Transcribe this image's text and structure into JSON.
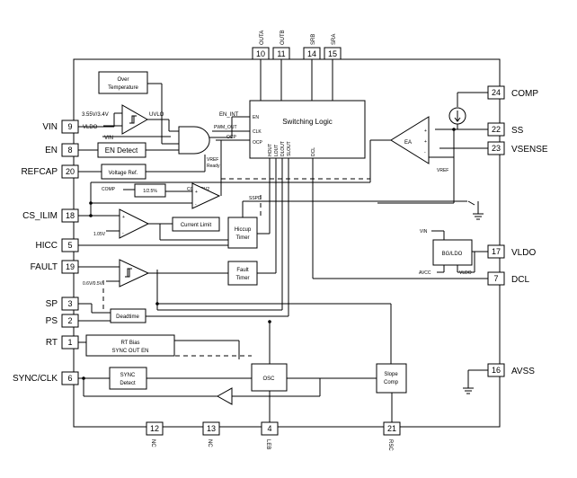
{
  "pins_left": [
    {
      "num": "9",
      "label": "VIN"
    },
    {
      "num": "8",
      "label": "EN"
    },
    {
      "num": "20",
      "label": "REFCAP"
    },
    {
      "num": "18",
      "label": "CS_ILIM"
    },
    {
      "num": "5",
      "label": "HICC"
    },
    {
      "num": "19",
      "label": "FAULT"
    },
    {
      "num": "3",
      "label": "SP"
    },
    {
      "num": "2",
      "label": "PS"
    },
    {
      "num": "1",
      "label": "RT"
    },
    {
      "num": "6",
      "label": "SYNC/CLK"
    }
  ],
  "pins_top": [
    {
      "num": "10",
      "label": "OUTA"
    },
    {
      "num": "11",
      "label": "OUTB"
    },
    {
      "num": "14",
      "label": "SRB"
    },
    {
      "num": "15",
      "label": "SRA"
    }
  ],
  "pins_right": [
    {
      "num": "24",
      "label": "COMP"
    },
    {
      "num": "22",
      "label": "SS"
    },
    {
      "num": "23",
      "label": "VSENSE"
    },
    {
      "num": "17",
      "label": "VLDO"
    },
    {
      "num": "7",
      "label": "DCL"
    },
    {
      "num": "16",
      "label": "AVSS"
    }
  ],
  "pins_bottom": [
    {
      "num": "12",
      "label": "NC"
    },
    {
      "num": "13",
      "label": "NC"
    },
    {
      "num": "4",
      "label": "LEB"
    },
    {
      "num": "21",
      "label": "RSC"
    }
  ],
  "blocks": {
    "over_temp_1": "Over",
    "over_temp_2": "Temperature",
    "en_detect": "EN Detect",
    "voltage_ref": "Voltage Ref.",
    "switching_logic": "Switching Logic",
    "current_limit": "Current Limit",
    "hiccup_1": "Hiccup",
    "hiccup_2": "Timer",
    "fault_1": "Fault",
    "fault_2": "Timer",
    "deadtime": "Deadtime",
    "rt_bias_1": "RT Bias",
    "rt_bias_2": "SYNC OUT EN",
    "sync_1": "SYNC",
    "sync_2": "Detect",
    "osc": "OSC",
    "slope_1": "Slope",
    "slope_2": "Comp",
    "bgldo": "BG/LDO",
    "ea": "EA",
    "compov_box": "1/2.5%"
  },
  "signals": {
    "uvlo_thr": "3.55V/3.4V",
    "vldo": "VLDO",
    "uvlo": "UVLO",
    "vin": "VIN",
    "vref_ready_1": "VREF",
    "vref_ready_2": "Ready",
    "en_int": "EN_INT",
    "pwm_out": "PWM_OUT",
    "ocp": "OCP",
    "sl_en": "EN",
    "sl_clk": "CLK",
    "sl_ocp": "OCP",
    "sl_vout1": "HOUT",
    "sl_vout2": "LOUT",
    "sl_vout3": "DLOUT",
    "sl_vout4": "SLOUT",
    "sl_dcl": "DCL",
    "comp": "COMP",
    "compov2": "COMPOV2",
    "sspd": "SSPD",
    "v105": "1.05V",
    "v06": "0.6V/0.5V",
    "vref_ea": "VREF",
    "bg_vin": "VIN",
    "avcc": "AVCC",
    "bg_vldo": "VLDO",
    "plus": "+",
    "minus": "-"
  }
}
